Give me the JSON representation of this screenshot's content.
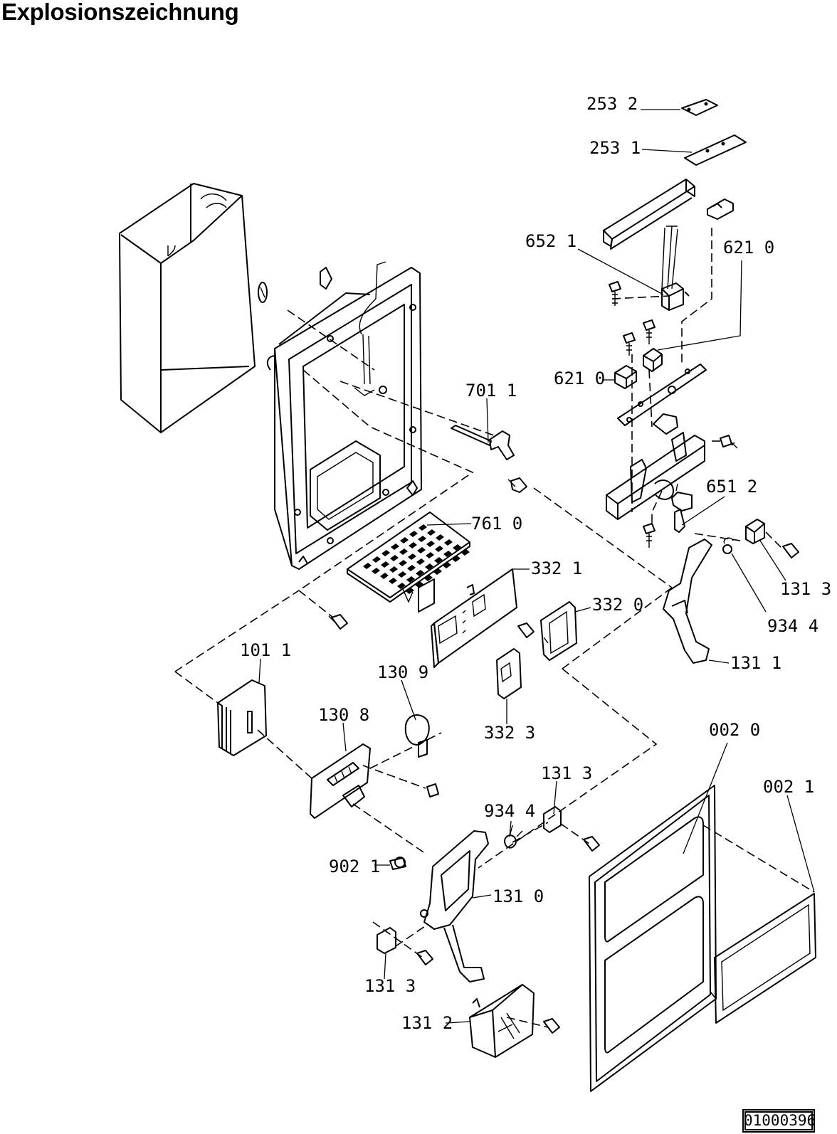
{
  "title": "Explosionszeichnung",
  "drawing_number": "01000396",
  "callouts": [
    {
      "id": "l_2532",
      "text": "253 2"
    },
    {
      "id": "l_2531",
      "text": "253 1"
    },
    {
      "id": "l_6521",
      "text": "652 1"
    },
    {
      "id": "l_6210a",
      "text": "621 0"
    },
    {
      "id": "l_6210b",
      "text": "621 0"
    },
    {
      "id": "l_7011",
      "text": "701 1"
    },
    {
      "id": "l_6512",
      "text": "651 2"
    },
    {
      "id": "l_7610",
      "text": "761 0"
    },
    {
      "id": "l_3321",
      "text": "332 1"
    },
    {
      "id": "l_1313a",
      "text": "131 3"
    },
    {
      "id": "l_3320",
      "text": "332 0"
    },
    {
      "id": "l_9344a",
      "text": "934 4"
    },
    {
      "id": "l_1011",
      "text": "101 1"
    },
    {
      "id": "l_1309",
      "text": "130 9"
    },
    {
      "id": "l_1311",
      "text": "131 1"
    },
    {
      "id": "l_1308",
      "text": "130 8"
    },
    {
      "id": "l_3323",
      "text": "332 3"
    },
    {
      "id": "l_0020",
      "text": "002 0"
    },
    {
      "id": "l_1313b",
      "text": "131 3"
    },
    {
      "id": "l_0021",
      "text": "002 1"
    },
    {
      "id": "l_9344b",
      "text": "934 4"
    },
    {
      "id": "l_9021",
      "text": "902 1"
    },
    {
      "id": "l_1310",
      "text": "131 0"
    },
    {
      "id": "l_1313c",
      "text": "131 3"
    },
    {
      "id": "l_1312",
      "text": "131 2"
    }
  ]
}
